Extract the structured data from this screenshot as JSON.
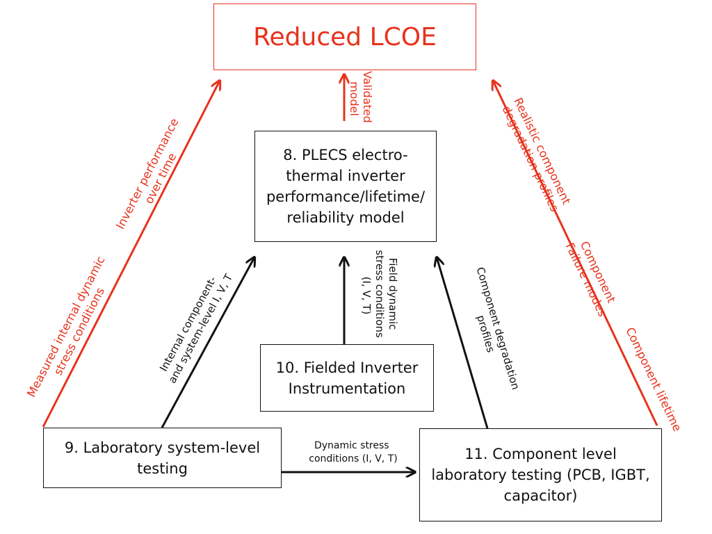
{
  "colors": {
    "accent": "#e8321c",
    "line": "#111111"
  },
  "boxes": {
    "goal": "Reduced LCOE",
    "model": [
      "8. PLECS electro-",
      "thermal inverter",
      "performance/lifetime/",
      "reliability model"
    ],
    "fielded": [
      "10. Fielded Inverter",
      "Instrumentation"
    ],
    "lab_system": [
      "9. Laboratory system-level",
      "testing"
    ],
    "component": [
      "11. Component level",
      "laboratory testing (PCB, IGBT,",
      "capacitor)"
    ]
  },
  "labels": {
    "validated_model": [
      "Validated",
      "model"
    ],
    "inverter_performance": [
      "Inverter performance",
      "over time"
    ],
    "measured_internal": [
      "Measured internal dynamic",
      "stress conditions"
    ],
    "realistic_degradation": [
      "Realistic component",
      "degradation profiles"
    ],
    "failure_modes": [
      "Component",
      "Failure modes"
    ],
    "component_lifetime": "Component lifetime",
    "internal_component": [
      "Internal component-",
      "and system-level I, V, T"
    ],
    "field_dynamic": [
      "Field dynamic",
      "stress conditions",
      "(I, V, T)"
    ],
    "component_degradation": [
      "Component degradation",
      "profiles"
    ],
    "dynamic_stress": [
      "Dynamic stress",
      "conditions (I, V, T)"
    ]
  }
}
